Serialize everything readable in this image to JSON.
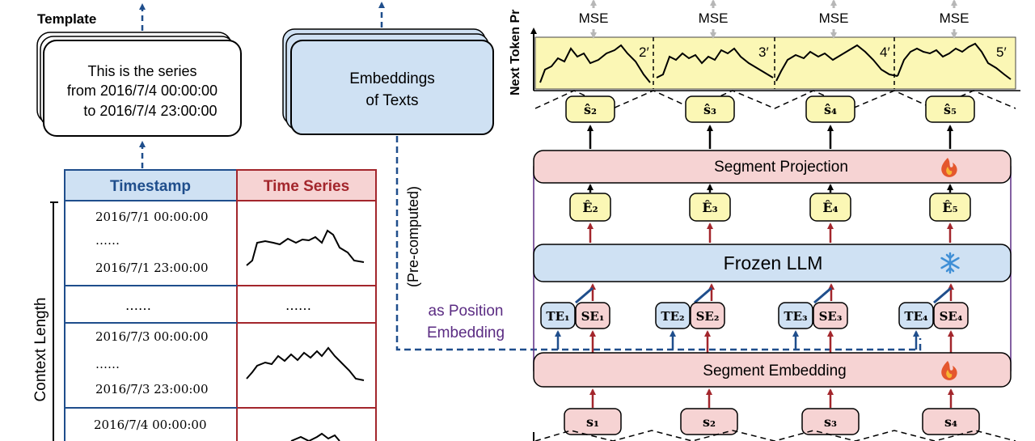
{
  "template": {
    "title": "Template",
    "lines": [
      "This is the series",
      "from 2016/7/4 00:00:00",
      "to 2016/7/4 23:00:00"
    ]
  },
  "embeddings_box": {
    "lines": [
      "Embeddings",
      "of Texts"
    ]
  },
  "precomputed_label": "(Pre-computed)",
  "position_label": [
    "as Position",
    "Embedding"
  ],
  "table": {
    "headers": [
      "Timestamp",
      "Time Series"
    ],
    "rows": [
      {
        "ts_start": "2016/7/1  00:00:00",
        "ellipsis": "……",
        "ts_end": "2016/7/1  23:00:00"
      },
      {
        "gap_left": "……",
        "gap_right": "……"
      },
      {
        "ts_start": "2016/7/3  00:00:00",
        "ellipsis": "……",
        "ts_end": "2016/7/3  23:00:00"
      },
      {
        "ts_start": "2016/7/4  00:00:00"
      }
    ],
    "context_label": "Context Length"
  },
  "right_panel": {
    "axis_label": "Next Token Pr",
    "mse_labels": [
      "MSE",
      "MSE",
      "MSE",
      "MSE"
    ],
    "segment_marks": [
      "2′",
      "3′",
      "4′",
      "5′"
    ],
    "pred_tokens": [
      "ŝ₂",
      "ŝ₃",
      "ŝ₄",
      "ŝ₅"
    ],
    "segment_projection": "Segment Projection",
    "embed_tokens": [
      "Ê₂",
      "Ê₃",
      "Ê₄",
      "Ê₅"
    ],
    "frozen_llm": "Frozen LLM",
    "te_tokens": [
      "TE₁",
      "TE₂",
      "TE₃",
      "TE₄"
    ],
    "se_tokens": [
      "SE₁",
      "SE₂",
      "SE₃",
      "SE₄"
    ],
    "segment_embedding": "Segment Embedding",
    "input_tokens": [
      "s₁",
      "s₂",
      "s₃",
      "s₄"
    ],
    "fire_icon": "fire-icon",
    "snowflake_icon": "snowflake-icon"
  },
  "colors": {
    "navy": "#1f4e8c",
    "dark_red": "#a3262c",
    "pink_fill": "#f6d3d3",
    "blue_fill": "#cfe1f3",
    "yellow_fill": "#fbf7b5",
    "purple": "#5b2c83",
    "gray_arrow": "#b7b7b7"
  }
}
